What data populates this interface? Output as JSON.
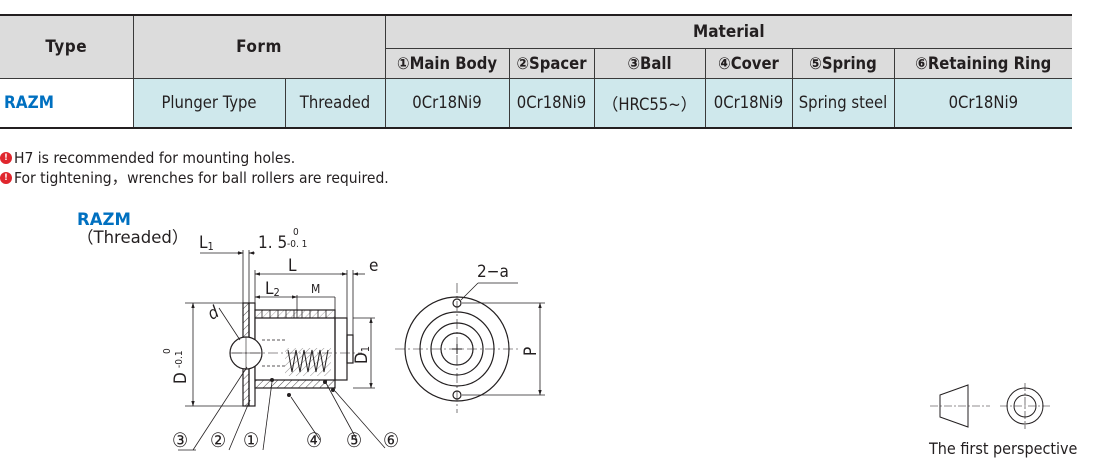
{
  "table": {
    "headers": {
      "type": "Type",
      "form": "Form",
      "material": "Material",
      "materials": [
        "①Main Body",
        "②Spacer",
        "③Ball",
        "④Cover",
        "⑤Spring",
        "⑥Retaining Ring"
      ]
    },
    "row": {
      "type": "RAZM",
      "form_type": "Plunger Type",
      "form_thread": "Threaded",
      "main_body": "0Cr18Ni9",
      "spacer": "0Cr18Ni9",
      "ball": "（HRC55~）",
      "cover": "0Cr18Ni9",
      "spring": "Spring steel",
      "retaining_ring": "0Cr18Ni9"
    }
  },
  "notes": [
    "H7 is recommended for mounting holes.",
    "For tightening，wrenches for ball rollers are required."
  ],
  "note_icon": "exclamation-circle-icon",
  "drawing": {
    "title": "RAZM",
    "subtitle": "（Threaded）",
    "dims": {
      "l1": "L",
      "l1_sub": "1",
      "thickness": "1. 5",
      "thickness_tol_upper": "0",
      "thickness_tol_lower": "-0. 1",
      "l": "L",
      "e": "e",
      "l2": "L",
      "l2_sub": "2",
      "m": "M",
      "d_small": "d",
      "d_big": "D",
      "d_tol_upper": "0",
      "d_tol_lower": "-0.1",
      "d1": "D",
      "d1_sub": "1",
      "two_a": "2−a",
      "p": "P"
    },
    "balloons": [
      "③",
      "②",
      "①",
      "④",
      "⑤",
      "⑥"
    ]
  },
  "perspective_label": "The first perspective",
  "colors": {
    "accent_blue": "#0070c0",
    "header_gray": "#dcdcdc",
    "row_cyan": "#cfe8ec",
    "note_red": "#e0262d"
  }
}
